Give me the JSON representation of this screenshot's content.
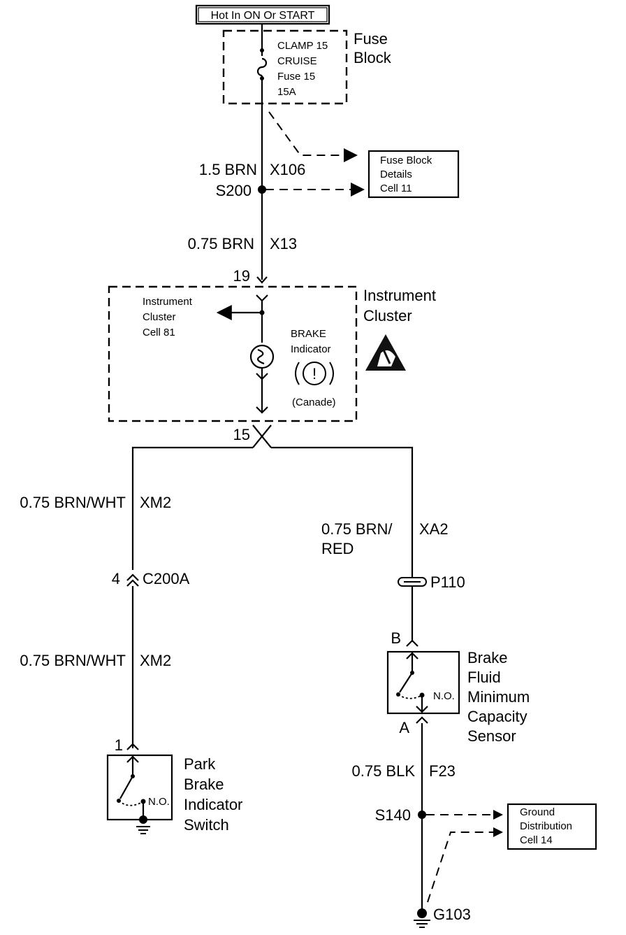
{
  "power": {
    "label": "Hot In ON Or START"
  },
  "fuse_block": {
    "title_line1": "Fuse",
    "title_line2": "Block",
    "fuse_lines": [
      "CLAMP 15",
      "CRUISE",
      "Fuse 15",
      "15A"
    ]
  },
  "ref_fuse_details": {
    "lines": [
      "Fuse Block",
      "Details",
      "Cell 11"
    ]
  },
  "wire_1": {
    "gauge_color": "1.5 BRN",
    "circuit": "X106"
  },
  "splice_s200": {
    "label": "S200"
  },
  "wire_2": {
    "gauge_color": "0.75 BRN",
    "circuit": "X13"
  },
  "instrument_cluster": {
    "title_line1": "Instrument",
    "title_line2": "Cluster",
    "pin_in": "19",
    "pin_out": "15",
    "ref_lines": [
      "Instrument",
      "Cluster",
      "Cell 81"
    ],
    "indicator_lines": [
      "BRAKE",
      "Indicator"
    ],
    "indicator_note": "(Canade)",
    "indicator_symbol": "!"
  },
  "wire_left_upper": {
    "gauge_color": "0.75 BRN/WHT",
    "circuit": "XM2"
  },
  "connector_c200a": {
    "pin": "4",
    "label": "C200A"
  },
  "wire_left_lower": {
    "gauge_color": "0.75 BRN/WHT",
    "circuit": "XM2"
  },
  "park_brake_switch": {
    "pin": "1",
    "state": "N.O.",
    "title_lines": [
      "Park",
      "Brake",
      "Indicator",
      "Switch"
    ]
  },
  "wire_right_upper": {
    "gauge_color_line1": "0.75 BRN/",
    "gauge_color_line2": "RED",
    "circuit": "XA2"
  },
  "connector_p110": {
    "label": "P110"
  },
  "fluid_sensor": {
    "pin_top": "B",
    "pin_bottom": "A",
    "state": "N.O.",
    "title_lines": [
      "Brake",
      "Fluid",
      "Minimum",
      "Capacity",
      "Sensor"
    ]
  },
  "wire_right_lower": {
    "gauge_color": "0.75 BLK",
    "circuit": "F23"
  },
  "splice_s140": {
    "label": "S140"
  },
  "ref_ground_dist": {
    "lines": [
      "Ground",
      "Distribution",
      "Cell 14"
    ]
  },
  "ground_g103": {
    "label": "G103"
  }
}
